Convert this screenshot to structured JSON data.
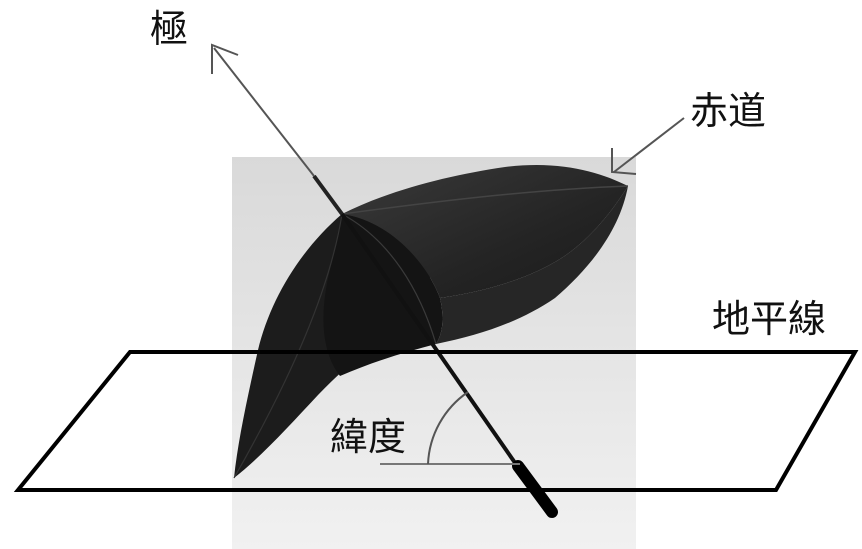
{
  "labels": {
    "pole": "極",
    "equator": "赤道",
    "horizon": "地平線",
    "latitude": "緯度"
  },
  "colors": {
    "photo_background": "#e2e2e2",
    "umbrella_canopy": "#262626",
    "umbrella_shadow": "#161616",
    "line": "#000000",
    "arrow": "#555555"
  }
}
